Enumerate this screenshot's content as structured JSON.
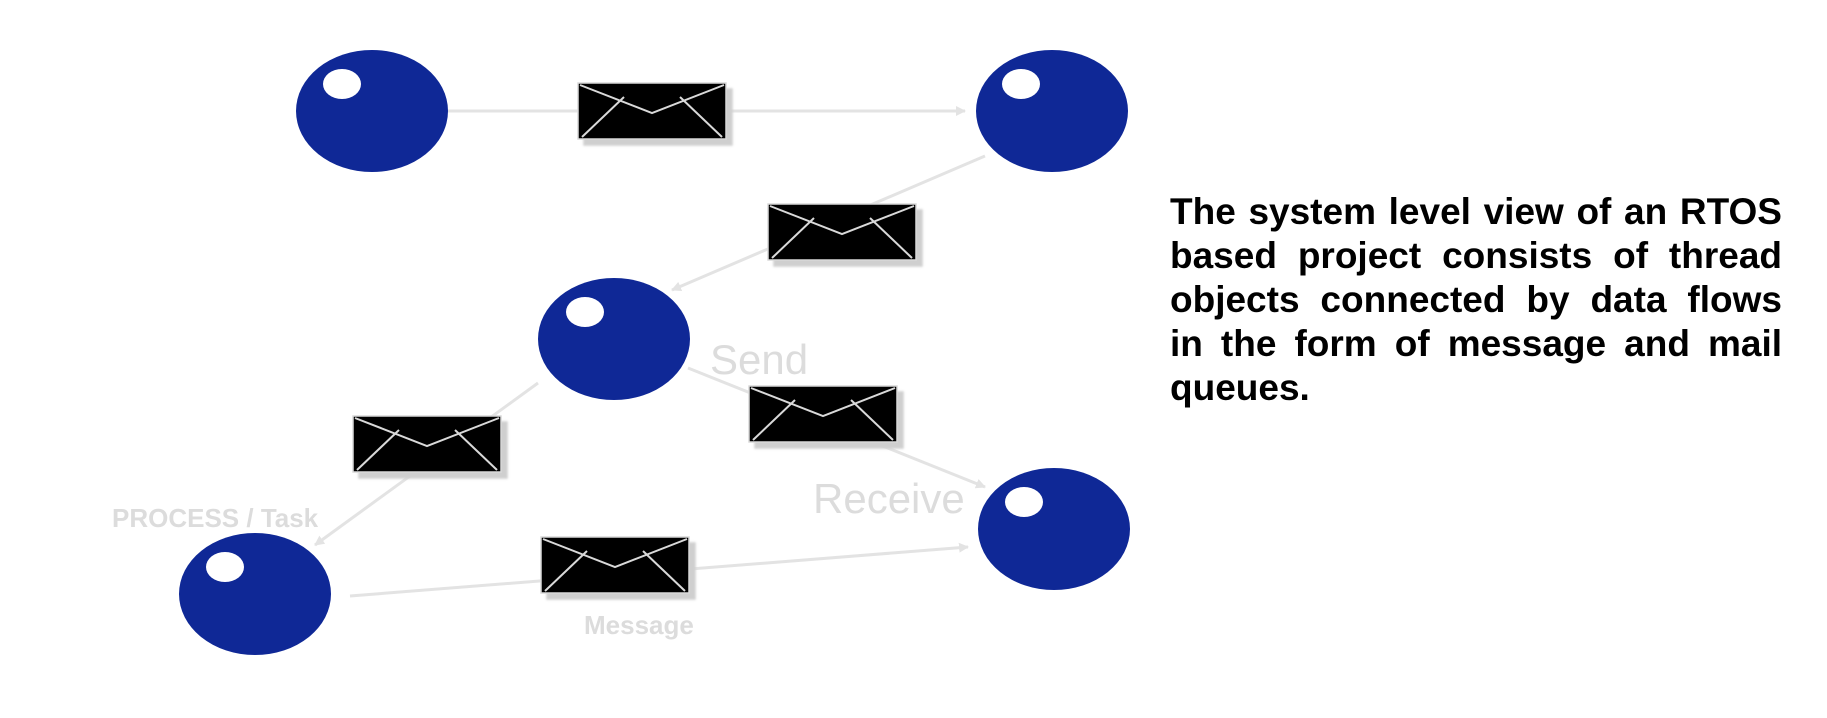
{
  "labels": {
    "process_task": "PROCESS / Task",
    "send": "Send",
    "receive": "Receive",
    "message": "Message"
  },
  "description": "The system level view of an RTOS based project consists of thread objects connected by data flows in the form of message and mail queues.",
  "colors": {
    "thread_node": "#0f2896",
    "thread_highlight": "#ffffff",
    "envelope": "#000000",
    "envelope_lines": "#d9d9d9",
    "flow_line": "#e3e3e3",
    "label": "#dcdcdc"
  }
}
